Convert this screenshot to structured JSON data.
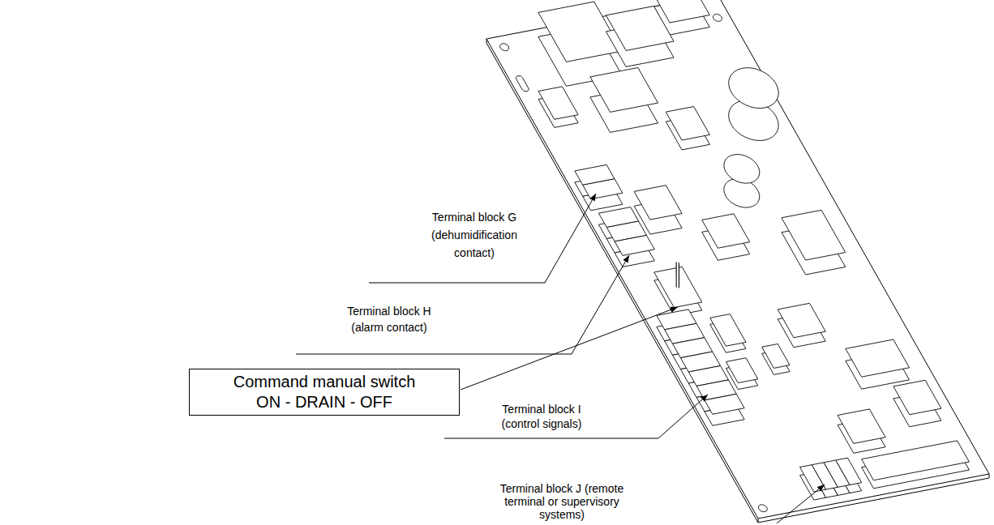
{
  "diagram": {
    "nodes": [
      {
        "text": [
          "Command manual switch ON - DRAIN - OFF"
        ]
      }
    ],
    "labels": [
      "Terminal block G (dehumidification contact)",
      "Terminal block H (alarm contact)",
      "Terminal block I (control signals)",
      "Terminal block J (remote terminal or supervisory systems)"
    ]
  }
}
